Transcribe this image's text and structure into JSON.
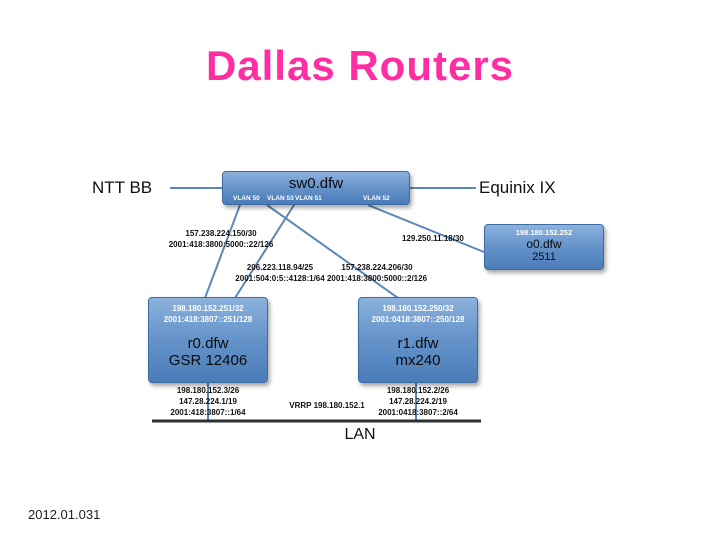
{
  "slide": {
    "title": "Dallas Routers",
    "footer": "2012.01.031",
    "lan_label": "LAN"
  },
  "endpoints": {
    "ntt": "NTT BB",
    "equinix": "Equinix IX"
  },
  "switch": {
    "name": "sw0.dfw",
    "vlans": [
      "VLAN 50",
      "VLAN 53",
      "VLAN 51",
      "VLAN 52"
    ]
  },
  "console": {
    "ip": "198.180.152.252",
    "name": "o0.dfw",
    "model": "2511"
  },
  "router0": {
    "ipv4": "198.180.152.251/32",
    "ipv6": "2001:418:3807::251/128",
    "name": "r0.dfw",
    "model": "GSR 12406",
    "lan_ips": [
      "198.180.152.3/26",
      "147.28.224.1/19",
      "2001:418:3807::1/64"
    ]
  },
  "router1": {
    "ipv4": "198.180.152.250/32",
    "ipv6": "2001:0418:3807::250/128",
    "name": "r1.dfw",
    "model": "mx240",
    "lan_ips": [
      "198.180.152.2/26",
      "147.28.224.2/19",
      "2001:0418:3807::2/64"
    ]
  },
  "links": {
    "ntt_link": [
      "157.238.224.150/30",
      "2001:418:3800:5000::22/126"
    ],
    "console_link": "129.250.11.18/30",
    "equinix_link": [
      "206.223.118.94/25",
      "2001:504:0:5::4128:1/64"
    ],
    "r1_link": [
      "157.238.224.206/30",
      "2001:418:3800:5000::2/126"
    ]
  },
  "vrrp": "VRRP 198.180.152.1"
}
